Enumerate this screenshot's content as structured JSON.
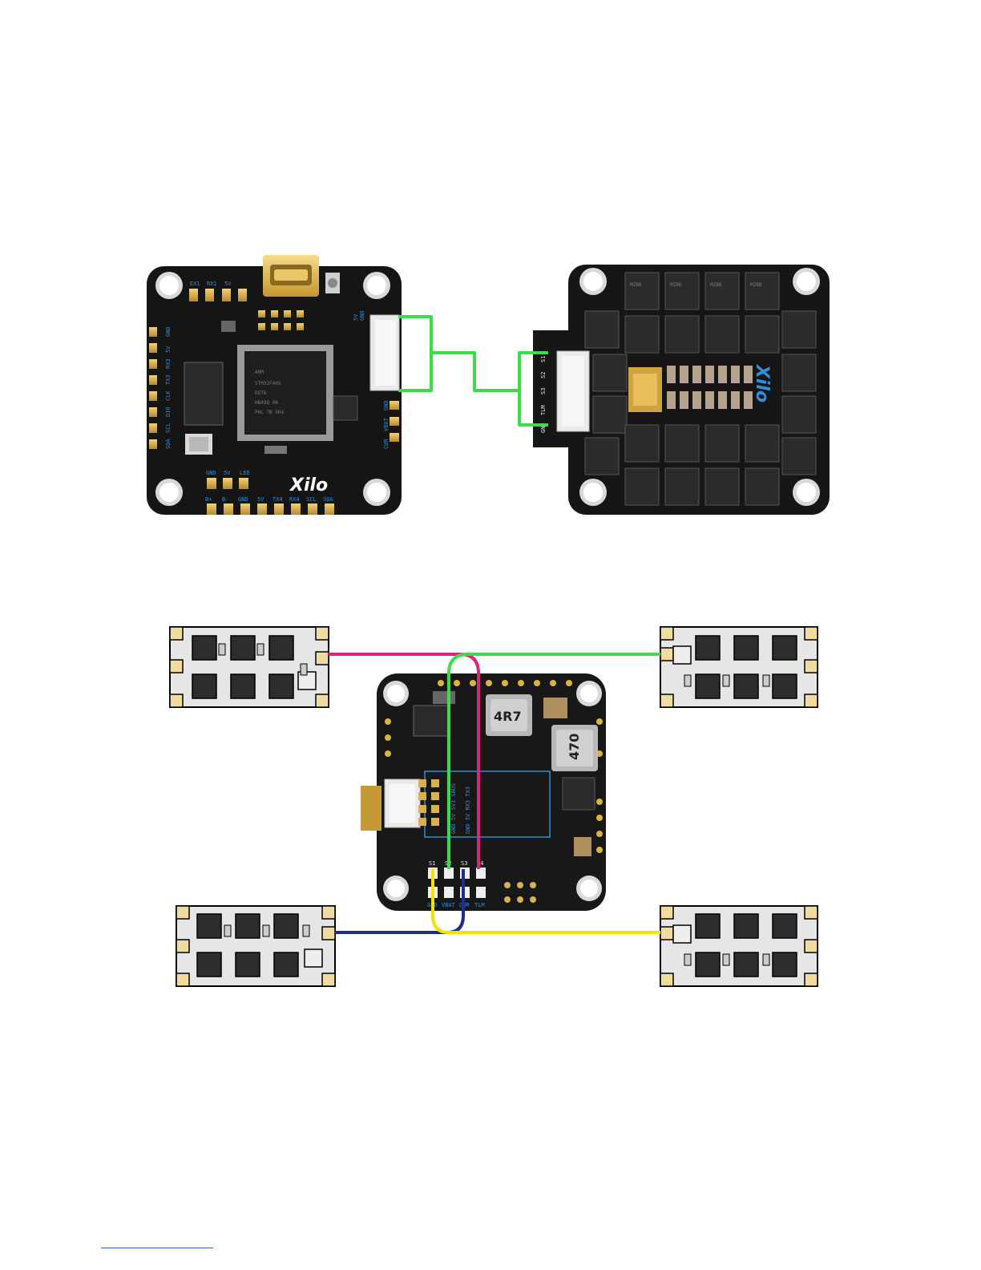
{
  "fc_top": {
    "brand": "Xilo",
    "mcu_lines": [
      "ARM",
      "STM32F405",
      "RGT6",
      "HB49Q 98",
      "PHL 7B 904"
    ],
    "top_pads": [
      "EX1",
      "RX1",
      "5V"
    ],
    "left_pads": [
      "GND",
      "5V",
      "RX3",
      "TX3",
      "CLK",
      "DIO",
      "SCL",
      "SDA"
    ],
    "bottom_labels": [
      "B+",
      "B-",
      "GND",
      "5V",
      "TX4",
      "RX4",
      "SCL",
      "SDA"
    ],
    "bottom_top_labels": [
      "GND",
      "5V",
      "LED"
    ],
    "right_labels": [
      "GND",
      "VBAT",
      "CUR"
    ],
    "conn_labels": [
      "5V",
      "GND"
    ]
  },
  "esc_top": {
    "brand": "Xilo",
    "conn_labels": [
      "S1",
      "S2",
      "S3",
      "TLM",
      "GND"
    ],
    "chip_text": "MZBB"
  },
  "esc_bottom": {
    "inductor_1": "4R7",
    "inductor_2": "470",
    "silk_labels": [
      "GND 5V 5V3 SBUS",
      "GND 5V RX3 TX3"
    ],
    "bottom_labels": [
      "S1",
      "S2",
      "S3",
      "S4"
    ],
    "bottom_row_labels": [
      "GND",
      "VBAT",
      "CUR",
      "TLM"
    ]
  },
  "colors": {
    "green": "#3ddc4a",
    "magenta": "#d6257a",
    "navy": "#1f2d8a",
    "yellow": "#f5e400",
    "pcb": "#141414",
    "gold": "#d8b24a",
    "silk_blue": "#2f8fd8"
  }
}
